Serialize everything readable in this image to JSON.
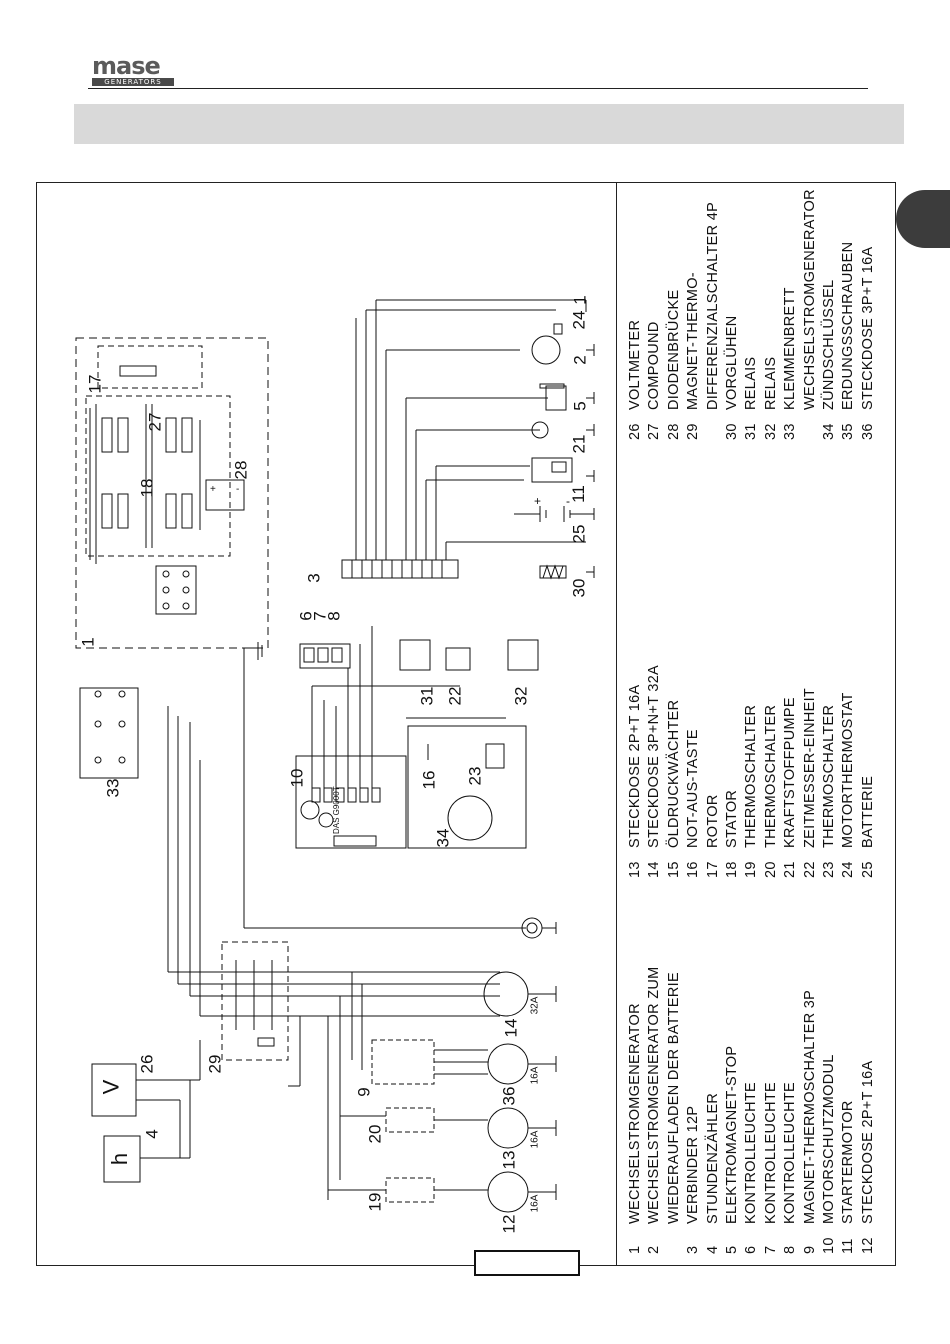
{
  "brand": {
    "name": "mase",
    "sub": "GENERATORS"
  },
  "legend": {
    "col1": [
      {
        "n": "1",
        "t": "WECHSELSTROMGENERATOR"
      },
      {
        "n": "2",
        "t": "WECHSELSTROMGENERATOR ZUM"
      },
      {
        "n": "",
        "t": "WIEDERAUFLADEN DER BATTERIE"
      },
      {
        "n": "3",
        "t": "VERBINDER 12P"
      },
      {
        "n": "4",
        "t": "STUNDENZÄHLER"
      },
      {
        "n": "5",
        "t": "ELEKTROMAGNET-STOP"
      },
      {
        "n": "6",
        "t": "KONTROLLEUCHTE"
      },
      {
        "n": "7",
        "t": "KONTROLLEUCHTE"
      },
      {
        "n": "8",
        "t": "KONTROLLEUCHTE"
      },
      {
        "n": "9",
        "t": "MAGNET-THERMOSCHALTER 3P"
      },
      {
        "n": "10",
        "t": "MOTORSCHUTZMODUL"
      },
      {
        "n": "11",
        "t": "STARTERMOTOR"
      },
      {
        "n": "12",
        "t": "STECKDOSE 2P+T 16A"
      }
    ],
    "col2": [
      {
        "n": "13",
        "t": "STECKDOSE 2P+T 16A"
      },
      {
        "n": "14",
        "t": "STECKDOSE 3P+N+T 32A"
      },
      {
        "n": "15",
        "t": "ÖLDRUCKWÄCHTER"
      },
      {
        "n": "16",
        "t": "NOT-AUS-TASTE"
      },
      {
        "n": "17",
        "t": "ROTOR"
      },
      {
        "n": "18",
        "t": "STATOR"
      },
      {
        "n": "19",
        "t": "THERMOSCHALTER"
      },
      {
        "n": "20",
        "t": "THERMOSCHALTER"
      },
      {
        "n": "21",
        "t": "KRAFTSTOFFPUMPE"
      },
      {
        "n": "22",
        "t": "ZEITMESSER-EINHEIT"
      },
      {
        "n": "23",
        "t": "THERMOSCHALTER"
      },
      {
        "n": "24",
        "t": "MOTORTHERMOSTAT"
      },
      {
        "n": "25",
        "t": "BATTERIE"
      }
    ],
    "col3": [
      {
        "n": "26",
        "t": "VOLTMETER"
      },
      {
        "n": "27",
        "t": "COMPOUND"
      },
      {
        "n": "28",
        "t": "DIODENBRÜCKE"
      },
      {
        "n": "29",
        "t": "MAGNET-THERMO-"
      },
      {
        "n": "",
        "t": "DIFFERENZIALSCHALTER 4P"
      },
      {
        "n": "30",
        "t": "VORGLÜHEN"
      },
      {
        "n": "31",
        "t": "RELAIS"
      },
      {
        "n": "32",
        "t": "RELAIS"
      },
      {
        "n": "33",
        "t": "KLEMMENBRETT"
      },
      {
        "n": "",
        "t": "WECHSELSTROMGENERATOR"
      },
      {
        "n": "34",
        "t": "ZÜNDSCHLÜSSEL"
      },
      {
        "n": "35",
        "t": "ERDUNGSSCHRAUBEN"
      },
      {
        "n": "36",
        "t": "STECKDOSE 3P+T 16A"
      }
    ]
  },
  "diagram_labels": {
    "c1": "1",
    "c3": "3",
    "c4": "4",
    "c5": "5",
    "c6": "6",
    "c7": "7",
    "c8": "8",
    "c9": "9",
    "c10": "10",
    "c11": "11",
    "c12": "12",
    "c13": "13",
    "c14": "14",
    "c16": "16",
    "c17": "17",
    "c18": "18",
    "c19": "19",
    "c20": "20",
    "c21": "21",
    "c22": "22",
    "c23": "23",
    "c24": "24",
    "c25": "25",
    "c26": "26",
    "c27": "27",
    "c28": "28",
    "c29": "29",
    "c30": "30",
    "c31": "31",
    "c32": "32",
    "c33": "33",
    "c34": "34",
    "c36": "36",
    "c1b": "1",
    "c2": "2",
    "h": "h",
    "v": "V",
    "das": "DAS G9000T",
    "s16a_1": "16A",
    "s16a_2": "16A",
    "s16a_3": "16A",
    "s32a": "32A",
    "plus": "+",
    "minus": "-",
    "plus2": "+",
    "minus2": "-"
  }
}
